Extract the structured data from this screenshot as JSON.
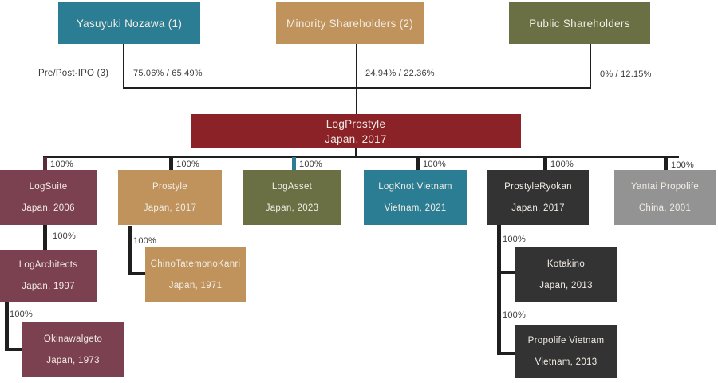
{
  "ipo_note": "Pre/Post-IPO (3)",
  "shareholders": {
    "nozawa": {
      "label": "Yasuyuki Nozawa (1)",
      "stake": "75.06% / 65.49%"
    },
    "minority": {
      "label": "Minority Shareholders (2)",
      "stake": "24.94% / 22.36%"
    },
    "public": {
      "label": "Public Shareholders",
      "stake": "0% / 12.15%"
    }
  },
  "root": {
    "name": "LogProstyle",
    "detail": "Japan, 2017"
  },
  "companies": {
    "logsuite": {
      "name": "LogSuite",
      "detail": "Japan, 2006",
      "ownership": "100%"
    },
    "prostyle": {
      "name": "Prostyle",
      "detail": "Japan, 2017",
      "ownership": "100%"
    },
    "logasset": {
      "name": "LogAsset",
      "detail": "Japan, 2023",
      "ownership": "100%"
    },
    "logknot": {
      "name": "LogKnot Vietnam",
      "detail": "Vietnam, 2021",
      "ownership": "100%"
    },
    "prostyleryokan": {
      "name": "ProstyleRyokan",
      "detail": "Japan, 2017",
      "ownership": "100%"
    },
    "yantai": {
      "name": "Yantai Propolife",
      "detail": "China, 2001",
      "ownership": "100%"
    },
    "logarchitects": {
      "name": "LogArchitects",
      "detail": "Japan, 1997",
      "ownership": "100%"
    },
    "chino": {
      "name": "ChinoTatemonoKanri",
      "detail": "Japan, 1971",
      "ownership": "100%"
    },
    "okinawa": {
      "name": "Okinawalgeto",
      "detail": "Japan, 1973",
      "ownership": "100%"
    },
    "kotakino": {
      "name": "Kotakino",
      "detail": "Japan, 2013",
      "ownership": "100%"
    },
    "propolife": {
      "name": "Propolife Vietnam",
      "detail": "Vietnam, 2013",
      "ownership": "100%"
    }
  },
  "colors": {
    "teal": "#2b7d93",
    "tan": "#c0935c",
    "olive": "#6a7044",
    "darkred": "#8b2227",
    "plum": "#7c4150",
    "charcoal": "#333333",
    "gray": "#939393",
    "line": "#1f1f1f",
    "label_text": "#3b3b3b",
    "box_text": "#f1ece4"
  }
}
